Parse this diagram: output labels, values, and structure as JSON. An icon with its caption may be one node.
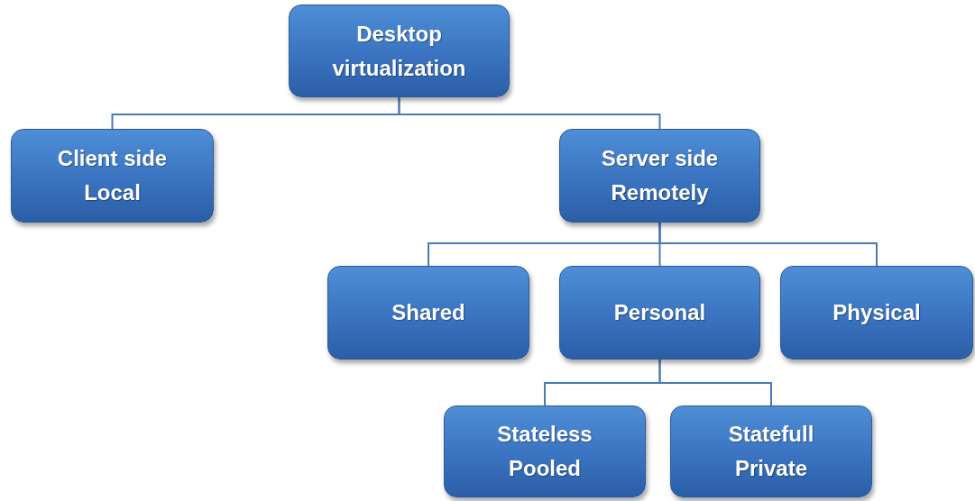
{
  "diagram": {
    "nodes": [
      {
        "text": [
          "Desktop virtualization"
        ]
      },
      {
        "text": [
          "Client side",
          "Local"
        ]
      },
      {
        "text": [
          "Server side",
          "Remotely"
        ]
      },
      {
        "text": [
          "Shared"
        ]
      },
      {
        "text": [
          "Personal"
        ]
      },
      {
        "text": [
          "Physical"
        ]
      },
      {
        "text": [
          "Stateless",
          "Pooled"
        ]
      },
      {
        "text": [
          "Statefull",
          "Private"
        ]
      }
    ],
    "edges": [
      {
        "from": 0,
        "to": 1,
        "arrow": "none"
      },
      {
        "from": 0,
        "to": 2,
        "arrow": "none"
      },
      {
        "from": 2,
        "to": 3,
        "arrow": "none"
      },
      {
        "from": 2,
        "to": 4,
        "arrow": "none"
      },
      {
        "from": 2,
        "to": 5,
        "arrow": "none"
      },
      {
        "from": 4,
        "to": 6,
        "arrow": "none"
      },
      {
        "from": 4,
        "to": 7,
        "arrow": "none"
      }
    ]
  }
}
